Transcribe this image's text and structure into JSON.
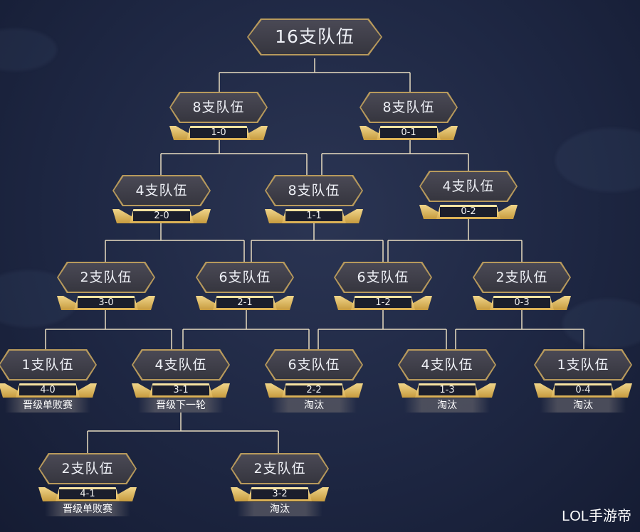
{
  "bracket": {
    "top": {
      "team": "16支队伍"
    },
    "nodes": [
      {
        "id": "r1a",
        "team": "8支队伍",
        "record": "1-0"
      },
      {
        "id": "r1b",
        "team": "8支队伍",
        "record": "0-1"
      },
      {
        "id": "r2a",
        "team": "4支队伍",
        "record": "2-0"
      },
      {
        "id": "r2b",
        "team": "8支队伍",
        "record": "1-1"
      },
      {
        "id": "r2c",
        "team": "4支队伍",
        "record": "0-2"
      },
      {
        "id": "r3a",
        "team": "2支队伍",
        "record": "3-0"
      },
      {
        "id": "r3b",
        "team": "6支队伍",
        "record": "2-1"
      },
      {
        "id": "r3c",
        "team": "6支队伍",
        "record": "1-2"
      },
      {
        "id": "r3d",
        "team": "2支队伍",
        "record": "0-3"
      },
      {
        "id": "r4a",
        "team": "1支队伍",
        "record": "4-0",
        "result": "晋级单败赛"
      },
      {
        "id": "r4b",
        "team": "4支队伍",
        "record": "3-1",
        "result": "晋级下一轮"
      },
      {
        "id": "r4c",
        "team": "6支队伍",
        "record": "2-2",
        "result": "淘汰"
      },
      {
        "id": "r4d",
        "team": "4支队伍",
        "record": "1-3",
        "result": "淘汰"
      },
      {
        "id": "r4e",
        "team": "1支队伍",
        "record": "0-4",
        "result": "淘汰"
      },
      {
        "id": "r5a",
        "team": "2支队伍",
        "record": "4-1",
        "result": "晋级单败赛"
      },
      {
        "id": "r5b",
        "team": "2支队伍",
        "record": "3-2",
        "result": "淘汰"
      }
    ]
  },
  "colors": {
    "line": "#e8dcc0",
    "gold": "#d9ad4f",
    "background": "#1e2743"
  },
  "watermark": "LOL手游帝"
}
